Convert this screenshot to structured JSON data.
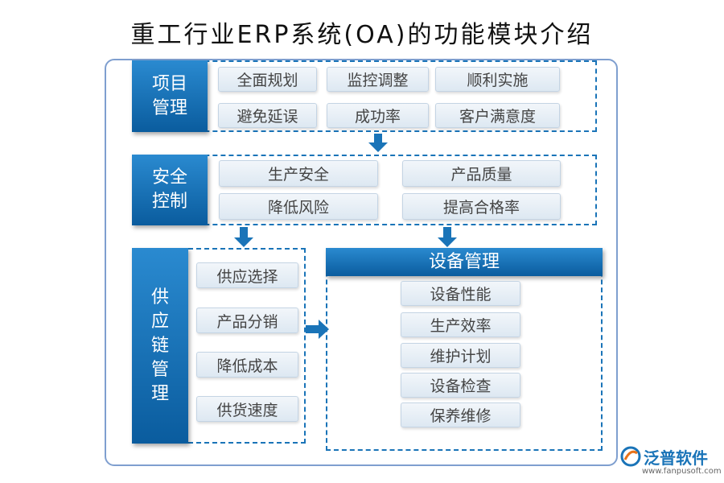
{
  "title": "重工行业ERP系统(OA)的功能模块介绍",
  "project": {
    "head": [
      "项目",
      "管理"
    ],
    "items": [
      "全面规划",
      "监控调整",
      "顺利实施",
      "避免延误",
      "成功率",
      "客户满意度"
    ]
  },
  "safety": {
    "head": [
      "安全",
      "控制"
    ],
    "items": [
      "生产安全",
      "产品质量",
      "降低风险",
      "提高合格率"
    ]
  },
  "supply": {
    "head": [
      "供",
      "应",
      "链",
      "管",
      "理"
    ],
    "items": [
      "供应选择",
      "产品分销",
      "降低成本",
      "供货速度"
    ]
  },
  "equipment": {
    "head": "设备管理",
    "items": [
      "设备性能",
      "生产效率",
      "维护计划",
      "设备检查",
      "保养维修"
    ]
  },
  "logo": {
    "name": "泛普软件",
    "url": "www.fanpusoft.com"
  },
  "colors": {
    "primary": "#1a74b8",
    "dark": "#0a5c9e",
    "pill": "#e6eef6",
    "border": "#7f9fcf"
  }
}
